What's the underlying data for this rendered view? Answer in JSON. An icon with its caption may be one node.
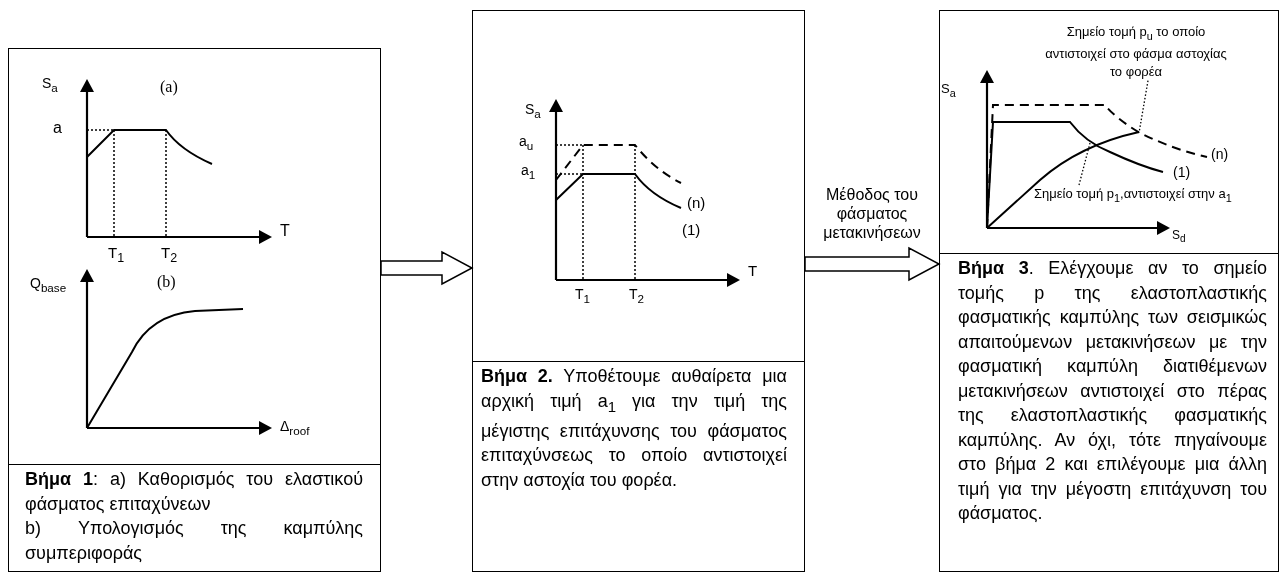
{
  "diagram": {
    "nodes": [
      {
        "text": [
          "**Βήμα 1**: a) Καθορισμός του ελαστικού φάσματος επιταχύνεων",
          "b) Υπολογισμός της καμπύλης συμπεριφοράς"
        ]
      },
      {
        "text": [
          "**Βήμα 2.** Υποθέτουμε αυθαίρετα μια αρχική τιμή a$_{1}$ για την τιμή της μέγιστης επιτάχυνσης του φάσματος επιταχύνσεως το οποίο αντιστοιχεί στην αστοχία του φορέα."
        ]
      },
      {
        "text": [
          "**Βήμα 3**. Ελέγχουμε αν το σημείο τομής p της ελαστοπλαστικής φασματικής καμπύλης των σεισμικώς απαιτούμενων μετακινήσεων με την φασματική καμπύλη διατιθέμενων μετακινήσεων αντιστοιχεί στο πέρας της ελαστοπλαστικής φασματικής καμπύλης. Αν όχι, τότε πηγαίνουμε στο βήμα 2 και επιλέγουμε μια άλλη τιμή για την μέγοστη επιτάχυνση του φάσματος."
        ]
      },
      {
        "text": [
          "Σημείο τομή p$_{u}$ το οποίο αντιστοιχεί στο φάσμα αστοχίας το φορέα"
        ],
        "in": 2
      },
      {
        "text": [
          "Σημείο τομή p$_{1}$,αντιστοιχεί στην a$_{1}$"
        ],
        "in": 2
      }
    ],
    "edges": [
      {
        "from": 0,
        "to": 1,
        "arrow": "to"
      },
      {
        "from": 1,
        "to": 2,
        "arrow": "to",
        "label": "Μέθοδος του φάσματος μετακινήσεων"
      },
      {
        "from": 3,
        "to": null,
        "arrow": "none",
        "style": "dashed"
      },
      {
        "from": 4,
        "to": null,
        "arrow": "none",
        "style": "dashed"
      }
    ],
    "labels": [
      "S$_{a}$",
      "(a)",
      "a",
      "T",
      "T$_{1}$",
      "T$_{2}$",
      "Q$_{base}$",
      "(b)",
      "Δ$_{roof}$",
      "S$_{a}$",
      "a$_{u}$",
      "a$_{1}$",
      "(n)",
      "(1)",
      "T",
      "T$_{1}$",
      "T$_{2}$",
      "S$_{a}$",
      "(n)",
      "(1)",
      "S$_{d}$"
    ]
  }
}
